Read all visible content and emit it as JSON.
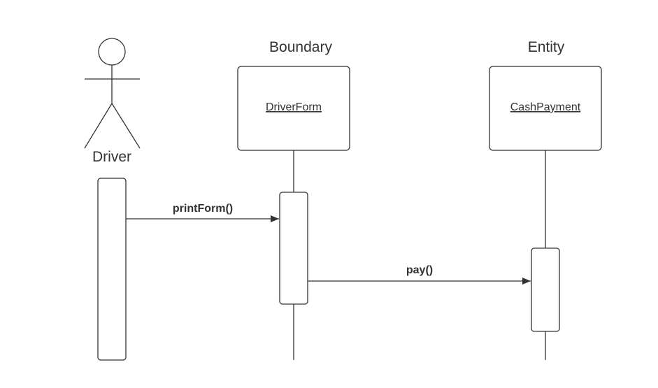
{
  "actor": {
    "label": "Driver"
  },
  "objects": [
    {
      "stereotype": "Boundary",
      "name": "DriverForm"
    },
    {
      "stereotype": "Entity",
      "name": "CashPayment"
    }
  ],
  "messages": [
    {
      "label": "printForm()"
    },
    {
      "label": "pay()"
    }
  ],
  "colors": {
    "line": "#333333",
    "background": "#ffffff"
  }
}
